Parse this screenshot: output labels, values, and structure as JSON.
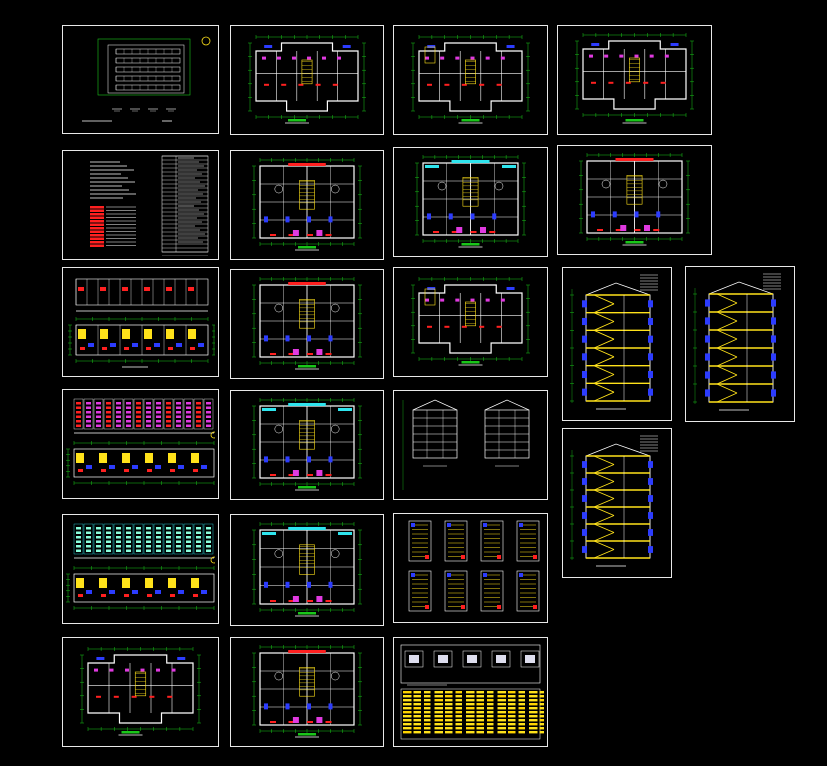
{
  "canvas": {
    "background": "#000000"
  },
  "palette": {
    "frame": "#e8e8e8",
    "green": "#19c619",
    "white": "#ffffff",
    "red": "#ff2020",
    "yellow": "#ffe21a",
    "blue": "#2c3cff",
    "cyan": "#2ee5ee",
    "magenta": "#e03ae0"
  },
  "sheets": [
    {
      "id": "s01",
      "type": "site-plan"
    },
    {
      "id": "s02",
      "type": "floor-plan-a"
    },
    {
      "id": "s03",
      "type": "floor-plan-b"
    },
    {
      "id": "s04",
      "type": "floor-plan-c"
    },
    {
      "id": "s05",
      "type": "design-notes"
    },
    {
      "id": "s06",
      "type": "unit-plan"
    },
    {
      "id": "s07",
      "type": "unit-plan-cyan"
    },
    {
      "id": "s08",
      "type": "unit-plan"
    },
    {
      "id": "s09",
      "type": "elevation-plan-strip"
    },
    {
      "id": "s10",
      "type": "unit-plan"
    },
    {
      "id": "s11",
      "type": "floor-plan-b"
    },
    {
      "id": "s12",
      "type": "stair-section"
    },
    {
      "id": "s13",
      "type": "stair-section"
    },
    {
      "id": "s14",
      "type": "facade-elevation"
    },
    {
      "id": "s15",
      "type": "unit-plan-cyan"
    },
    {
      "id": "s16",
      "type": "small-sections"
    },
    {
      "id": "s17",
      "type": "stair-section-tall"
    },
    {
      "id": "s18",
      "type": "facade-elevation-cyan"
    },
    {
      "id": "s19",
      "type": "unit-plan-cyan"
    },
    {
      "id": "s20",
      "type": "detail-grid"
    },
    {
      "id": "s21",
      "type": "floor-plan-a"
    },
    {
      "id": "s22",
      "type": "unit-plan"
    },
    {
      "id": "s23",
      "type": "schedule-table"
    }
  ]
}
